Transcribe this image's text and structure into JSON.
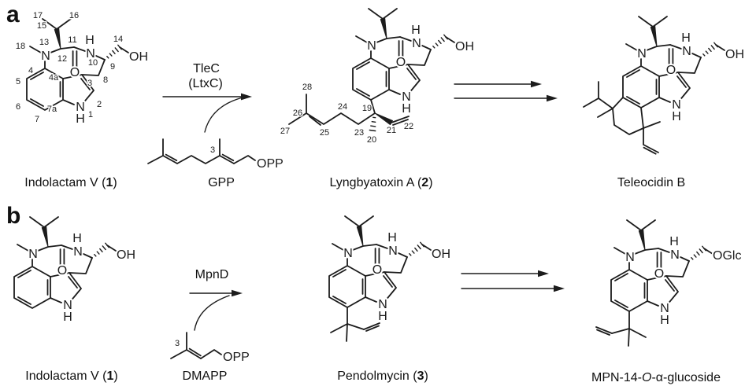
{
  "atoms": {
    "N": "N",
    "H": "H",
    "O": "O",
    "OH": "OH",
    "OGlc": "OGlc",
    "OPP": "OPP"
  },
  "panel_a": {
    "tag": "a",
    "enzyme": {
      "line1": "TleC",
      "line2": "(LtxC)"
    },
    "substrate": {
      "label_pre": "Indolactam V (",
      "label_num": "1",
      "label_post": ")"
    },
    "cofactor": {
      "label": "GPP",
      "pos3": "3"
    },
    "product1": {
      "label_pre": "Lyngbyatoxin A (",
      "label_num": "2",
      "label_post": ")"
    },
    "product2": {
      "label": "Teleocidin B"
    },
    "numbering": {
      "n1": "1",
      "n2": "2",
      "n3": "3",
      "n4": "4",
      "n4a": "4a",
      "n5": "5",
      "n6": "6",
      "n7": "7",
      "n7a": "7a",
      "n8": "8",
      "n9": "9",
      "n10": "10",
      "n11": "11",
      "n12": "12",
      "n13": "13",
      "n14": "14",
      "n15": "15",
      "n16": "16",
      "n17": "17",
      "n18": "18"
    },
    "prenyl_numbering": {
      "n19": "19",
      "n20": "20",
      "n21": "21",
      "n22": "22",
      "n23": "23",
      "n24": "24",
      "n25": "25",
      "n26": "26",
      "n27": "27",
      "n28": "28"
    }
  },
  "panel_b": {
    "tag": "b",
    "enzyme": {
      "line1": "MpnD"
    },
    "substrate": {
      "label_pre": "Indolactam V (",
      "label_num": "1",
      "label_post": ")"
    },
    "cofactor": {
      "label": "DMAPP",
      "pos3": "3"
    },
    "product1": {
      "label_pre": "Pendolmycin (",
      "label_num": "3",
      "label_post": ")"
    },
    "product2": {
      "label_pre": "MPN-14-",
      "label_o": "O",
      "label_post": "-α-glucoside"
    }
  }
}
